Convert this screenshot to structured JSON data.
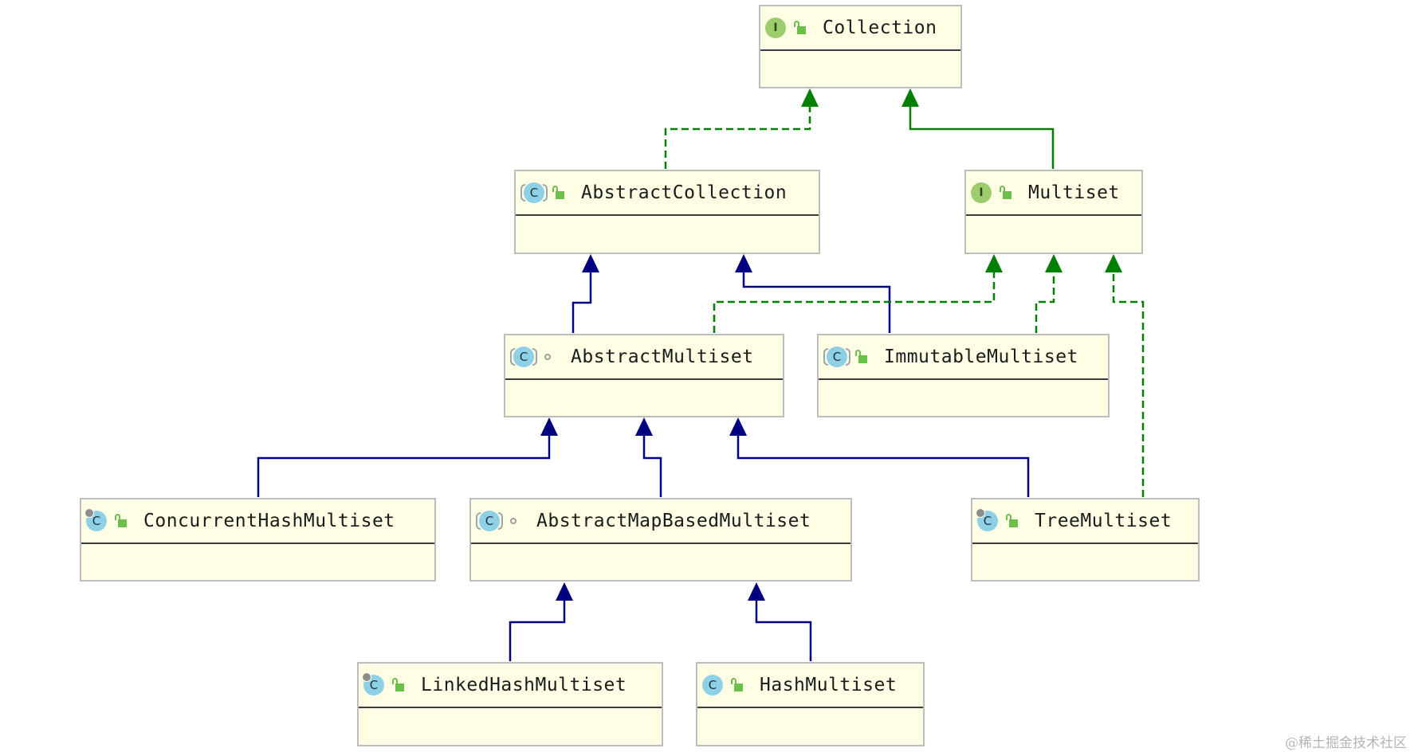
{
  "nodes": {
    "collection": {
      "name": "Collection",
      "kind": "interface",
      "visibility": "public"
    },
    "abstract_collection": {
      "name": "AbstractCollection",
      "kind": "abstract-class",
      "visibility": "public"
    },
    "multiset": {
      "name": "Multiset",
      "kind": "interface",
      "visibility": "public"
    },
    "abstract_multiset": {
      "name": "AbstractMultiset",
      "kind": "abstract-class",
      "visibility": "package-private"
    },
    "immutable_multiset": {
      "name": "ImmutableMultiset",
      "kind": "abstract-class",
      "visibility": "public"
    },
    "concurrent_hash_multiset": {
      "name": "ConcurrentHashMultiset",
      "kind": "final-class",
      "visibility": "public"
    },
    "abstract_map_based_multiset": {
      "name": "AbstractMapBasedMultiset",
      "kind": "abstract-class",
      "visibility": "package-private"
    },
    "tree_multiset": {
      "name": "TreeMultiset",
      "kind": "final-class",
      "visibility": "public"
    },
    "linked_hash_multiset": {
      "name": "LinkedHashMultiset",
      "kind": "final-class",
      "visibility": "public"
    },
    "hash_multiset": {
      "name": "HashMultiset",
      "kind": "class",
      "visibility": "public"
    }
  },
  "relations": [
    {
      "from": "AbstractCollection",
      "to": "Collection",
      "type": "implements"
    },
    {
      "from": "Multiset",
      "to": "Collection",
      "type": "extends"
    },
    {
      "from": "AbstractMultiset",
      "to": "AbstractCollection",
      "type": "extends"
    },
    {
      "from": "ImmutableMultiset",
      "to": "AbstractCollection",
      "type": "extends"
    },
    {
      "from": "AbstractMultiset",
      "to": "Multiset",
      "type": "implements"
    },
    {
      "from": "ImmutableMultiset",
      "to": "Multiset",
      "type": "implements"
    },
    {
      "from": "TreeMultiset",
      "to": "Multiset",
      "type": "implements"
    },
    {
      "from": "ConcurrentHashMultiset",
      "to": "AbstractMultiset",
      "type": "extends"
    },
    {
      "from": "AbstractMapBasedMultiset",
      "to": "AbstractMultiset",
      "type": "extends"
    },
    {
      "from": "TreeMultiset",
      "to": "AbstractMultiset",
      "type": "extends"
    },
    {
      "from": "LinkedHashMultiset",
      "to": "AbstractMapBasedMultiset",
      "type": "extends"
    },
    {
      "from": "HashMultiset",
      "to": "AbstractMapBasedMultiset",
      "type": "extends"
    }
  ],
  "colors": {
    "class_extends": "#000080",
    "interface_relation": "#008000",
    "node_fill": "#fefee4",
    "node_border": "#bdbdbd"
  },
  "watermark": "@稀土掘金技术社区"
}
